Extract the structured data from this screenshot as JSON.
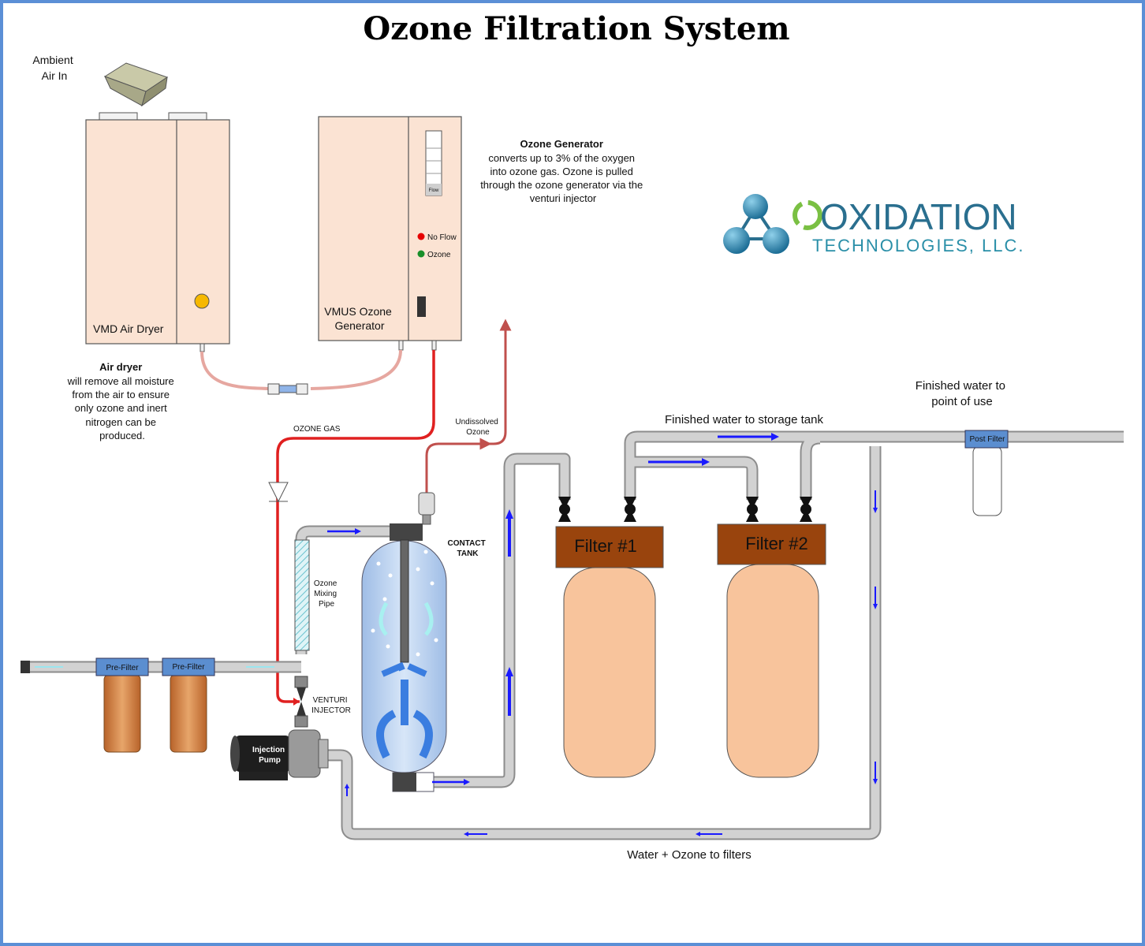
{
  "title": "Ozone Filtration System",
  "labels": {
    "ambient_air": [
      "Ambient",
      "Air In"
    ],
    "air_dryer_unit": "VMD Air Dryer",
    "ozone_unit": [
      "VMUS Ozone",
      "Generator"
    ],
    "flow_meter": "Flow",
    "indicator_no_flow": "No Flow",
    "indicator_ozone": "Ozone",
    "ozone_gen_heading": "Ozone Generator",
    "ozone_gen_desc": [
      "converts up to 3% of the oxygen",
      "into ozone gas.  Ozone is pulled",
      "through the ozone generator via the",
      "venturi injector"
    ],
    "air_dryer_heading": "Air dryer",
    "air_dryer_desc": [
      "will remove all moisture",
      "from the air to ensure",
      "only ozone and inert",
      "nitrogen can be",
      "produced."
    ],
    "ozone_gas": "OZONE GAS",
    "undissolved": [
      "Undissolved",
      "Ozone"
    ],
    "contact_tank": [
      "CONTACT",
      "TANK"
    ],
    "mixing_pipe": [
      "Ozone",
      "Mixing",
      "Pipe"
    ],
    "pre_filter_1": "Pre-Filter",
    "pre_filter_2": "Pre-Filter",
    "venturi": [
      "VENTURI",
      "INJECTOR"
    ],
    "injection_pump": [
      "Injection",
      "Pump"
    ],
    "filter1": "Filter #1",
    "filter2": "Filter #2",
    "storage": "Finished water to storage tank",
    "point_of_use": [
      "Finished water to",
      "point of use"
    ],
    "post_filter": "Post Filter",
    "bottom": "Water + Ozone to filters"
  },
  "logo": {
    "name": "OXIDATION",
    "sub": "TECHNOLOGIES, LLC."
  },
  "colors": {
    "frame": "#5b8fd6",
    "unit_fill": "#fbe3d3",
    "ozone_line": "#e02020",
    "undissolved_line": "#c0504d",
    "pipe": "#c8c8c8",
    "flow_arrow": "#1a1aff",
    "filter_head": "#99440d",
    "filter_body": "#f8c49c",
    "tank": "#c5d9f1",
    "logo_teal": "#2a8fa8",
    "logo_green": "#7ac043"
  }
}
